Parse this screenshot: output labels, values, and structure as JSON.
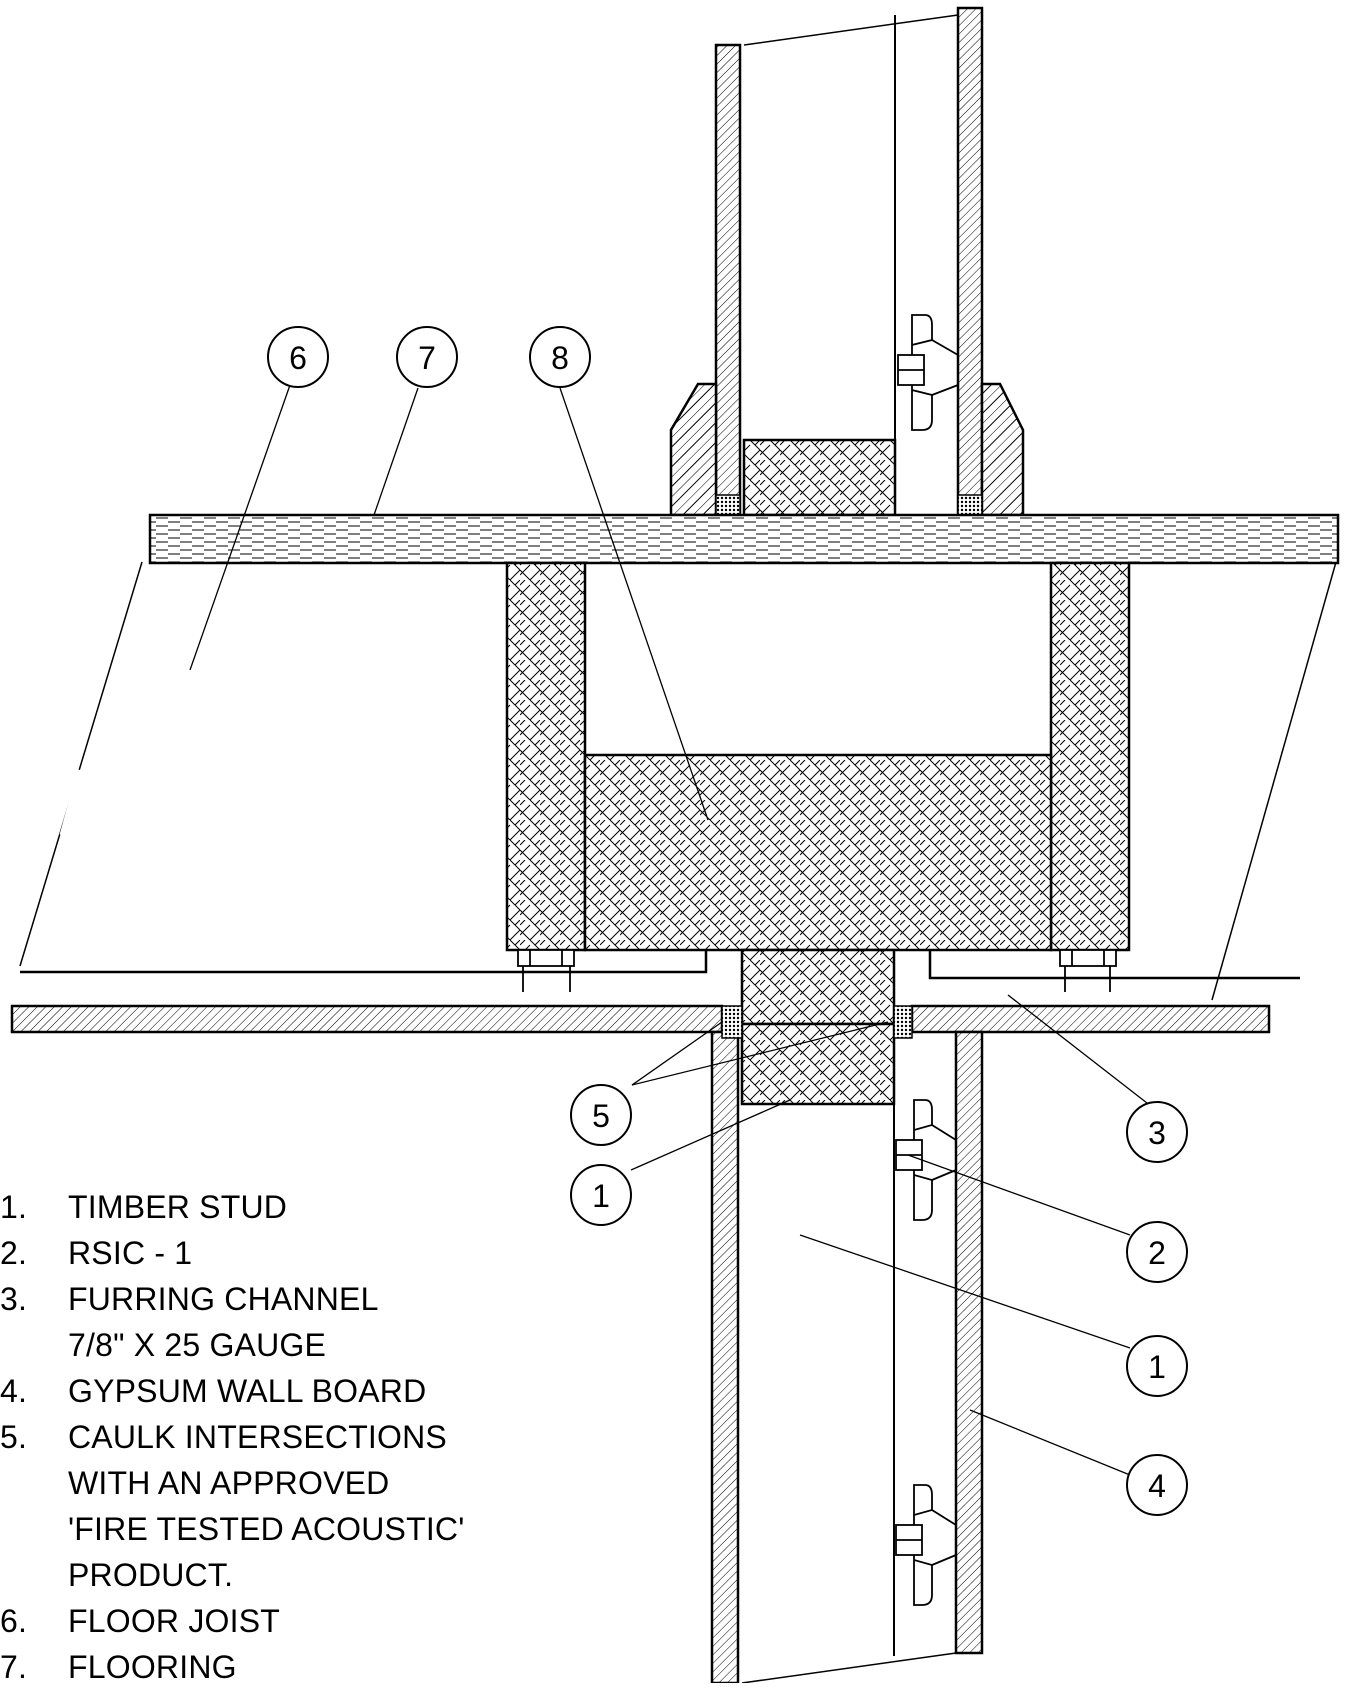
{
  "callouts": [
    {
      "id": "callout-6",
      "label": "6"
    },
    {
      "id": "callout-7",
      "label": "7"
    },
    {
      "id": "callout-8",
      "label": "8"
    },
    {
      "id": "callout-5",
      "label": "5"
    },
    {
      "id": "callout-1a",
      "label": "1"
    },
    {
      "id": "callout-3",
      "label": "3"
    },
    {
      "id": "callout-2",
      "label": "2"
    },
    {
      "id": "callout-1b",
      "label": "1"
    },
    {
      "id": "callout-4",
      "label": "4"
    }
  ],
  "legend": [
    {
      "num": "1.",
      "text": "TIMBER STUD"
    },
    {
      "num": "2.",
      "text": "RSIC - 1"
    },
    {
      "num": "3.",
      "text": "FURRING CHANNEL\n7/8\" X 25 GAUGE"
    },
    {
      "num": "4.",
      "text": "GYPSUM WALL BOARD"
    },
    {
      "num": "5.",
      "text": "CAULK INTERSECTIONS\nWITH AN APPROVED\n'FIRE TESTED ACOUSTIC'\nPRODUCT."
    },
    {
      "num": "6.",
      "text": "FLOOR JOIST"
    },
    {
      "num": "7.",
      "text": "FLOORING"
    }
  ]
}
